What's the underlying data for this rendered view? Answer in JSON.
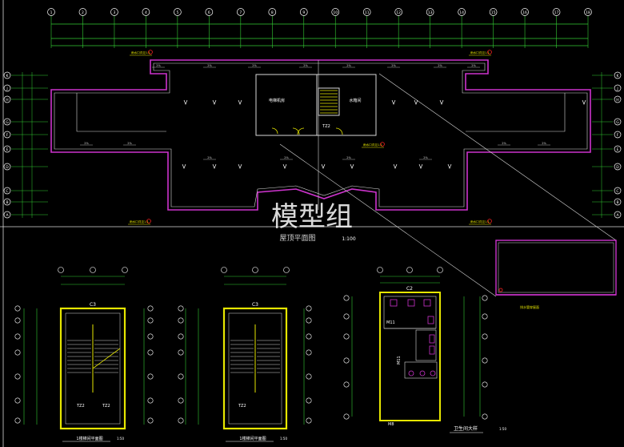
{
  "colors": {
    "background": "#000000",
    "wall": "#d8d8d8",
    "dimension": "#33cc33",
    "magenta": "#cc33cc",
    "yellow": "#e6e600",
    "axis_circle": "#ffffff",
    "red": "#ff2222",
    "text_white": "#ffffff",
    "cyan": "#33cccc"
  },
  "watermark": "模型组",
  "main_plan": {
    "title": "屋顶平面图",
    "scale": "1:100",
    "grid_numbers": [
      "1",
      "2",
      "3",
      "4",
      "5",
      "6",
      "7",
      "8",
      "9",
      "10",
      "11",
      "12",
      "13",
      "14",
      "15",
      "16",
      "17",
      "18"
    ],
    "grid_letters_left": [
      "K",
      "J",
      "H",
      "G",
      "F",
      "E",
      "D",
      "C",
      "B",
      "A"
    ],
    "grid_letters_right": [
      "K",
      "J",
      "H",
      "G",
      "F",
      "E",
      "D",
      "C",
      "B",
      "A"
    ],
    "rooms": {
      "room_a": "电梯机房",
      "room_b": "水箱间",
      "stair": "TZ2"
    },
    "slopes": [
      "2%",
      "2%",
      "2%",
      "2%",
      "2%",
      "2%",
      "2%",
      "2%",
      "2%",
      "2%",
      "2%",
      "2%",
      "2%",
      "2%",
      "2%",
      "2%"
    ],
    "outlet_labels": [
      "雨水口详见1-1",
      "雨水口详见1-1",
      "雨水口详见1-1",
      "雨水口详见1-1",
      "雨水口详见1-1"
    ]
  },
  "stair_plan_left": {
    "title": "1楼梯间平面图",
    "scale": "1:50",
    "code": "C3",
    "labels": [
      "TZ2",
      "TZ2"
    ]
  },
  "stair_plan_middle": {
    "title": "1楼梯间平面图",
    "scale": "1:50",
    "code": "C3",
    "labels": [
      "TZ2"
    ]
  },
  "toilet_plan": {
    "title": "卫生间大样",
    "scale": "1:50",
    "code": "C2",
    "door_labels": [
      "M11",
      "M11",
      "M8"
    ]
  },
  "detail_box": {
    "label": "排水管穿屋面"
  }
}
